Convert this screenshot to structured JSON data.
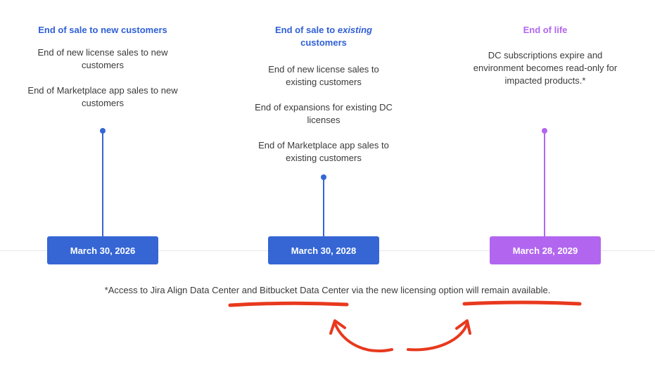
{
  "milestones": [
    {
      "title_pre": "End of sale to new customers",
      "title_em": "",
      "title_post": "",
      "items": [
        "End of new license sales to new customers",
        "End of Marketplace app sales to new customers"
      ],
      "date": "March 30, 2026",
      "color": "#3566d4"
    },
    {
      "title_pre": "End of sale to ",
      "title_em": "existing",
      "title_post": " customers",
      "items": [
        "End of new license sales to existing customers",
        "End of expansions for existing DC licenses",
        "End of Marketplace app sales to existing customers"
      ],
      "date": "March 30, 2028",
      "color": "#3566d4"
    },
    {
      "title_pre": "End of life",
      "title_em": "",
      "title_post": "",
      "items": [
        "DC subscriptions expire and environment becomes read-only for impacted products.*"
      ],
      "date": "March 28, 2029",
      "color": "#b266ef"
    }
  ],
  "footnote": "*Access to Jira Align Data Center and Bitbucket Data Center via the new licensing option will remain available.",
  "annotation_color": "#e8391e"
}
